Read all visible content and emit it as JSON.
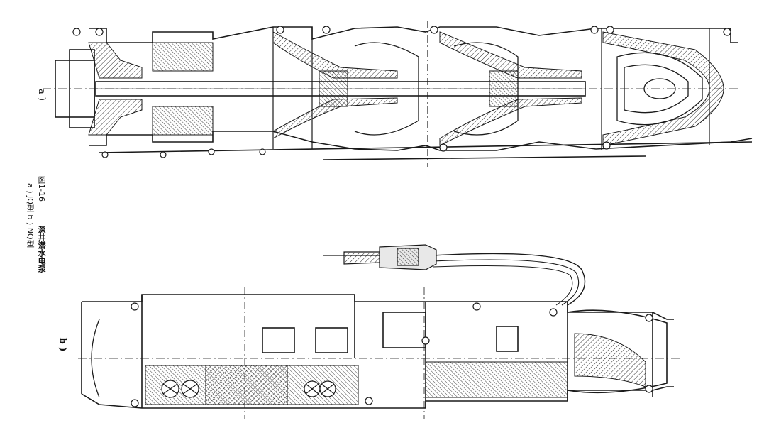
{
  "figure": {
    "caption_number": "图1-16",
    "caption_title": "深井潜水电泵",
    "subcaption": "a ) JQ型   b ) NQ型"
  },
  "panel_a": {
    "label": "a )",
    "title": "JQ型"
  },
  "panel_b": {
    "label": "b )",
    "title": "NQ型"
  },
  "colors": {
    "ink": "#1a1a1a",
    "hatch": "#2b2b2b",
    "paper": "#ffffff"
  }
}
